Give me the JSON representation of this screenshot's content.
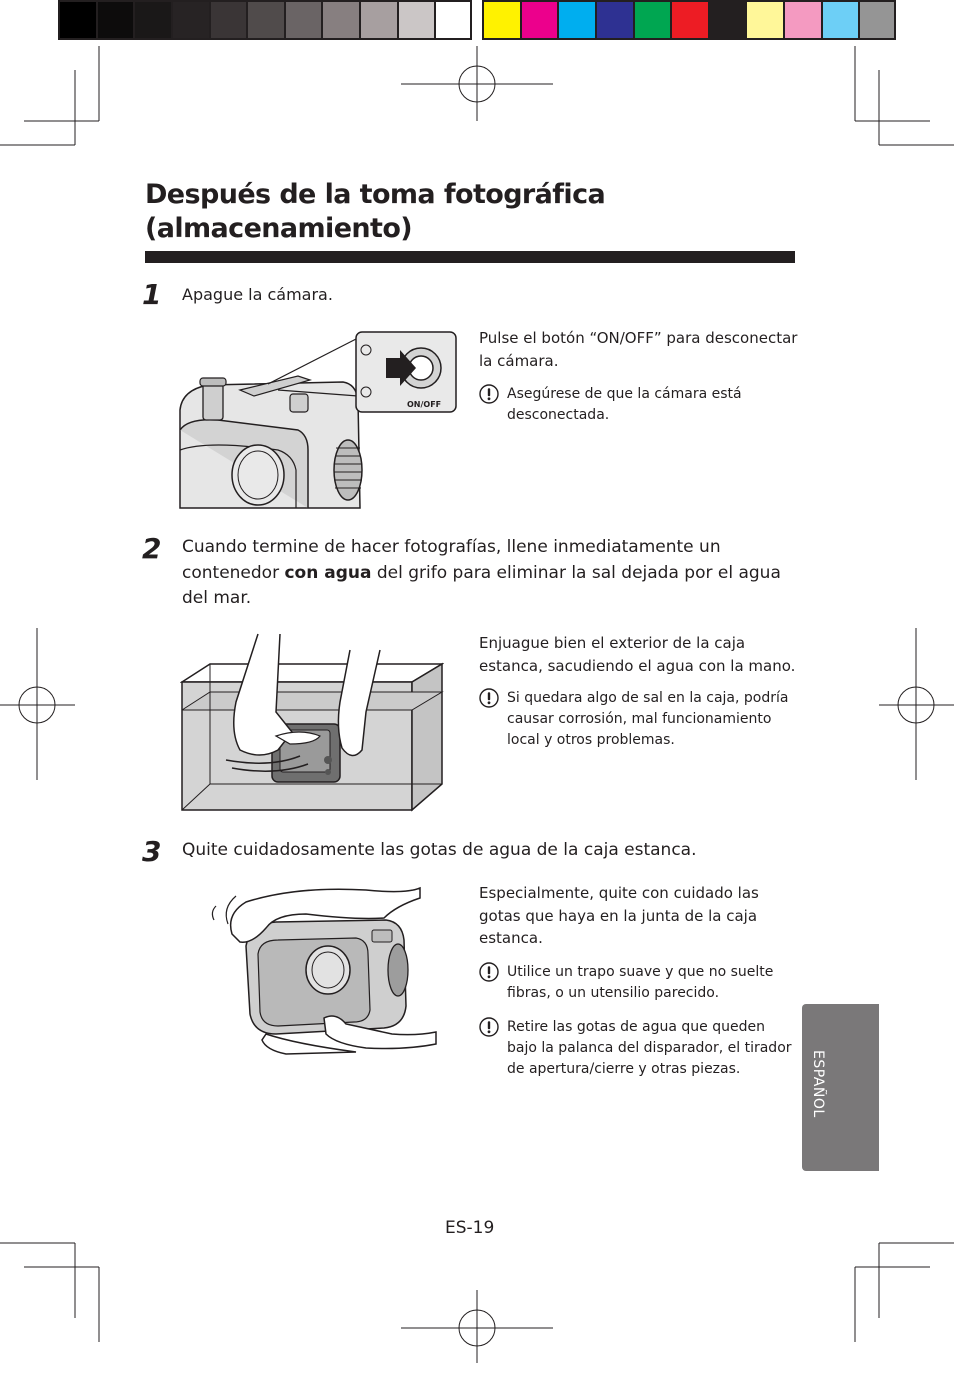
{
  "colors": {
    "gray_bar": [
      "#000000",
      "#0d0c0c",
      "#1a1818",
      "#272324",
      "#3a3536",
      "#504b4b",
      "#6a6465",
      "#877f80",
      "#a79fa0",
      "#cbc6c6",
      "#ffffff"
    ],
    "color_bar": [
      "#fff200",
      "#ec008c",
      "#00aeef",
      "#2e3192",
      "#00a651",
      "#ed1c24",
      "#231f20",
      "#fff799",
      "#f49ac1",
      "#6dcff6",
      "#959595"
    ],
    "tab_background": "#7a7879"
  },
  "title": {
    "line1": "Después de la toma fotográfica",
    "line2": "(almacenamiento)"
  },
  "steps": [
    {
      "number": "1",
      "text": "Apague la cámara.",
      "description": "Pulse el botón “ON/OFF” para desconectar la cámara.",
      "notes": [
        "Asegúrese de que la cámara está desconectada."
      ],
      "illustration": {
        "button_label": "ON/OFF"
      }
    },
    {
      "number": "2",
      "text_before": "Cuando termine de hacer fotografías, llene inmediatamente un contenedor ",
      "text_bold": "con agua",
      "text_after": " del grifo para eliminar la sal dejada por el agua del mar.",
      "description": "Enjuague bien el exterior de la caja estanca, sacudiendo el agua con la mano.",
      "notes": [
        "Si quedara algo de sal en la caja, podría causar corrosión, mal funcionamiento local y otros problemas."
      ]
    },
    {
      "number": "3",
      "text": "Quite cuidadosamente las gotas de agua de la caja estanca.",
      "description": "Especialmente, quite con cuidado las gotas que haya en la junta de la caja estanca.",
      "notes": [
        "Utilice un trapo suave y que no suelte fibras, o un utensilio parecido.",
        "Retire las gotas de agua que queden bajo la palanca del disparador, el tirador de apertura/cierre y otras piezas."
      ]
    }
  ],
  "side_tab": {
    "label": "ESPAÑOL"
  },
  "page_number": "ES-19"
}
